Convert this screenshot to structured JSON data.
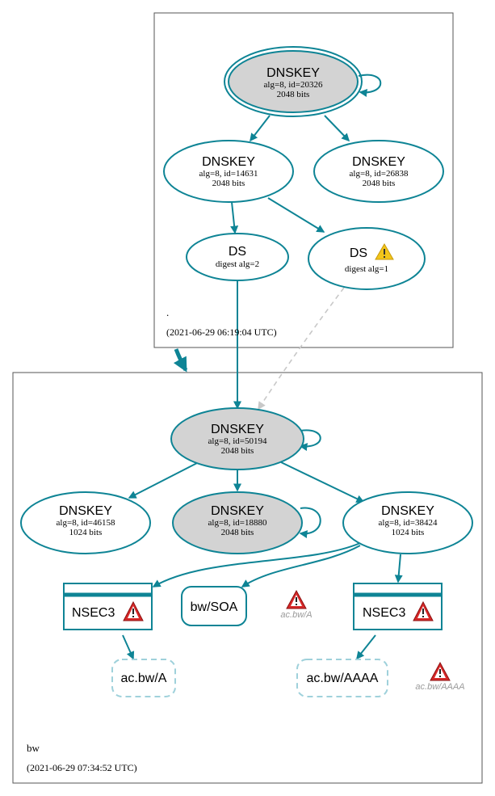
{
  "zones": {
    "root": {
      "name": ".",
      "timestamp": "(2021-06-29 06:19:04 UTC)"
    },
    "bw": {
      "name": "bw",
      "timestamp": "(2021-06-29 07:34:52 UTC)"
    }
  },
  "nodes": {
    "root_ksk": {
      "type": "DNSKEY",
      "detail": "alg=8, id=20326",
      "size": "2048 bits"
    },
    "root_zsk1": {
      "type": "DNSKEY",
      "detail": "alg=8, id=14631",
      "size": "2048 bits"
    },
    "root_zsk2": {
      "type": "DNSKEY",
      "detail": "alg=8, id=26838",
      "size": "2048 bits"
    },
    "ds2": {
      "type": "DS",
      "detail": "digest alg=2"
    },
    "ds1": {
      "type": "DS",
      "detail": "digest alg=1"
    },
    "bw_ksk": {
      "type": "DNSKEY",
      "detail": "alg=8, id=50194",
      "size": "2048 bits"
    },
    "bw_zsk1": {
      "type": "DNSKEY",
      "detail": "alg=8, id=46158",
      "size": "1024 bits"
    },
    "bw_zsk2": {
      "type": "DNSKEY",
      "detail": "alg=8, id=18880",
      "size": "2048 bits"
    },
    "bw_zsk3": {
      "type": "DNSKEY",
      "detail": "alg=8, id=38424",
      "size": "1024 bits"
    },
    "nsec3_left": {
      "label": "NSEC3"
    },
    "nsec3_right": {
      "label": "NSEC3"
    },
    "soa": {
      "label": "bw/SOA"
    },
    "ac_a": {
      "label": "ac.bw/A"
    },
    "ac_aaaa": {
      "label": "ac.bw/AAAA"
    }
  },
  "warnings": {
    "a": "ac.bw/A",
    "aaaa": "ac.bw/AAAA"
  },
  "colors": {
    "edge": "#0e8495",
    "node_fill_gray": "#d3d3d3",
    "dashed_node": "#9fd1db",
    "insecure_edge": "#c8c8c8",
    "error_red": "#d62828",
    "warning_yellow": "#f2c51a",
    "muted_text": "#9a9a9a"
  },
  "icons": {
    "error": "error-triangle-icon",
    "warning": "warning-triangle-icon"
  }
}
